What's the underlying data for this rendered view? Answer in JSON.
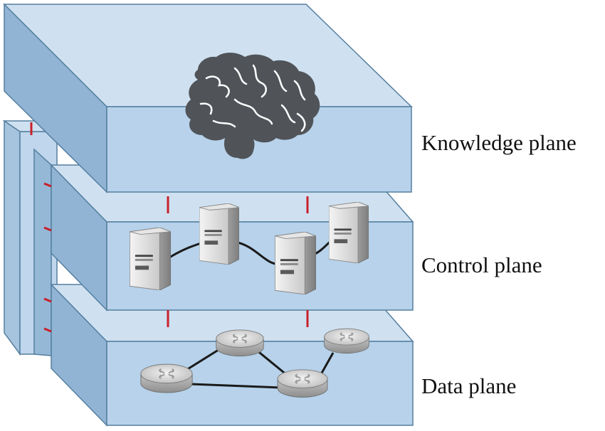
{
  "labels": {
    "knowledge_plane": "Knowledge plane",
    "control_plane": "Control plane",
    "data_plane": "Data plane"
  },
  "icons": {
    "knowledge": "brain-icon",
    "control": "server-icon",
    "data": "router-icon"
  },
  "colors": {
    "plane_top": "#cfe1f1",
    "plane_front": "#b7d2ea",
    "plane_side": "#92b4d4",
    "plane_edge": "#557f9f",
    "brain": "#505459",
    "link": "#1a1a1a",
    "connector": "#c8202a"
  }
}
